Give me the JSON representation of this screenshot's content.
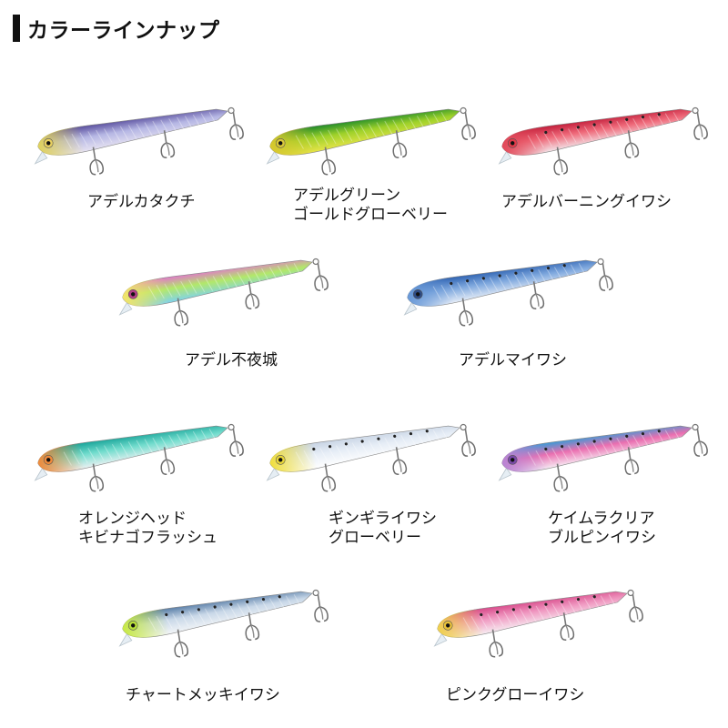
{
  "header": {
    "title": "カラーラインナップ"
  },
  "lures": [
    {
      "line1": "アデルカタクチ",
      "line2": "",
      "colors": [
        "#5a4f9e",
        "#b6b7e4",
        "#e8e4f2",
        "#e0d25a"
      ],
      "eye": "#e8d060",
      "dots": false
    },
    {
      "line1": "アデルグリーン",
      "line2": "ゴールドグローベリー",
      "colors": [
        "#1f8a2a",
        "#9ed12a",
        "#e8e54a",
        "#d9c72e"
      ],
      "eye": "#d9c93a",
      "dots": false
    },
    {
      "line1": "アデルバーニングイワシ",
      "line2": "",
      "colors": [
        "#c21d3a",
        "#ef6a7a",
        "#f3e7eb",
        "#e24a5a"
      ],
      "eye": "#e23a4a",
      "dots": true
    },
    {
      "line1": "アデル不夜城",
      "line2": "",
      "colors": [
        "#e079c9",
        "#b2e86a",
        "#7ed2f0",
        "#f3e46a"
      ],
      "eye": "#b43f88",
      "dots": false
    },
    {
      "line1": "アデルマイワシ",
      "line2": "",
      "colors": [
        "#2f63b2",
        "#7fa8de",
        "#e9eff8",
        "#6a9ad8"
      ],
      "eye": "#2f4d86",
      "dots": true
    },
    {
      "line1": "オレンジヘッド",
      "line2": "キビナゴフラッシュ",
      "colors": [
        "#1aa59a",
        "#72dccd",
        "#eef2f4",
        "#f08a3a"
      ],
      "eye": "#f08a3a",
      "dots": false
    },
    {
      "line1": "ギンギライワシ",
      "line2": "グローベリー",
      "colors": [
        "#c8d4e4",
        "#e6edf6",
        "#ffffff",
        "#f0de3a"
      ],
      "eye": "#e8d63a",
      "dots": true
    },
    {
      "line1": "ケイムラクリア",
      "line2": "ブルピンイワシ",
      "colors": [
        "#3a9ad6",
        "#ea6fb0",
        "#f7eef5",
        "#b884d4"
      ],
      "eye": "#7a4aa8",
      "dots": true
    },
    {
      "line1": "チャートメッキイワシ",
      "line2": "",
      "colors": [
        "#5a7fa8",
        "#c9d8e8",
        "#f4f6f8",
        "#c8ea42"
      ],
      "eye": "#b8e03a",
      "dots": true
    },
    {
      "line1": "ピンクグローイワシ",
      "line2": "",
      "colors": [
        "#d84a8a",
        "#f09ac2",
        "#f7eef3",
        "#f0d24a"
      ],
      "eye": "#e8c23a",
      "dots": true
    }
  ]
}
